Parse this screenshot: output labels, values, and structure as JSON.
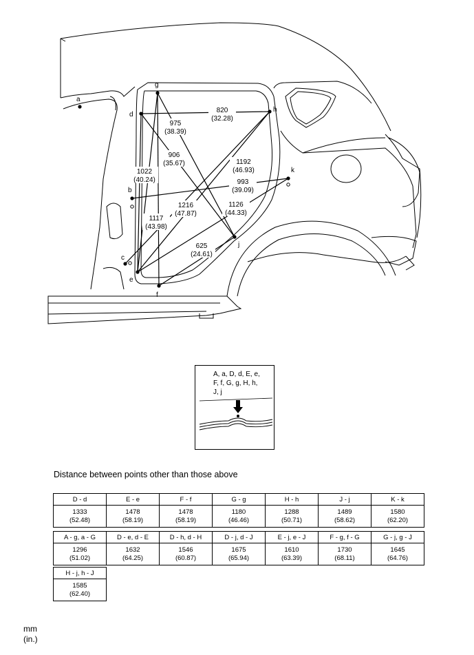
{
  "points": {
    "a": "a",
    "b": "b",
    "c": "c",
    "d": "d",
    "e": "e",
    "f": "f",
    "g": "g",
    "h": "h",
    "j": "j",
    "k": "k"
  },
  "measurements": [
    {
      "id": "d-h",
      "mm": "820",
      "in": "(32.28)"
    },
    {
      "id": "g-j",
      "mm": "975",
      "in": "(38.39)"
    },
    {
      "id": "d-j",
      "mm": "906",
      "in": "(35.67)"
    },
    {
      "id": "g-e",
      "mm": "1022",
      "in": "(40.24)"
    },
    {
      "id": "h-e",
      "mm": "1192",
      "in": "(46.93)"
    },
    {
      "id": "b-k",
      "mm": "993",
      "in": "(39.09)"
    },
    {
      "id": "c-h",
      "mm": "1216",
      "in": "(47.87)"
    },
    {
      "id": "e-k",
      "mm": "1126",
      "in": "(44.33)"
    },
    {
      "id": "g-f",
      "mm": "1117",
      "in": "(43.98)"
    },
    {
      "id": "f-j",
      "mm": "625",
      "in": "(24.61)"
    }
  ],
  "legend": {
    "line1": "A, a, D, d, E, e,",
    "line2": "F, f, G, g, H, h,",
    "line3": "J, j"
  },
  "caption": "Distance between points other than those above",
  "table": {
    "row1": [
      {
        "h": "D - d",
        "mm": "1333",
        "in": "(52.48)"
      },
      {
        "h": "E - e",
        "mm": "1478",
        "in": "(58.19)"
      },
      {
        "h": "F - f",
        "mm": "1478",
        "in": "(58.19)"
      },
      {
        "h": "G - g",
        "mm": "1180",
        "in": "(46.46)"
      },
      {
        "h": "H - h",
        "mm": "1288",
        "in": "(50.71)"
      },
      {
        "h": "J - j",
        "mm": "1489",
        "in": "(58.62)"
      },
      {
        "h": "K - k",
        "mm": "1580",
        "in": "(62.20)"
      }
    ],
    "row2": [
      {
        "h": "A - g, a - G",
        "mm": "1296",
        "in": "(51.02)"
      },
      {
        "h": "D - e, d - E",
        "mm": "1632",
        "in": "(64.25)"
      },
      {
        "h": "D - h, d - H",
        "mm": "1546",
        "in": "(60.87)"
      },
      {
        "h": "D - j, d - J",
        "mm": "1675",
        "in": "(65.94)"
      },
      {
        "h": "E - j, e - J",
        "mm": "1610",
        "in": "(63.39)"
      },
      {
        "h": "F - g, f - G",
        "mm": "1730",
        "in": "(68.11)"
      },
      {
        "h": "G - j, g - J",
        "mm": "1645",
        "in": "(64.76)"
      }
    ],
    "row3": [
      {
        "h": "H - j, h - J",
        "mm": "1585",
        "in": "(62.40)"
      }
    ]
  },
  "units": {
    "primary": "mm",
    "secondary": "(in.)"
  }
}
